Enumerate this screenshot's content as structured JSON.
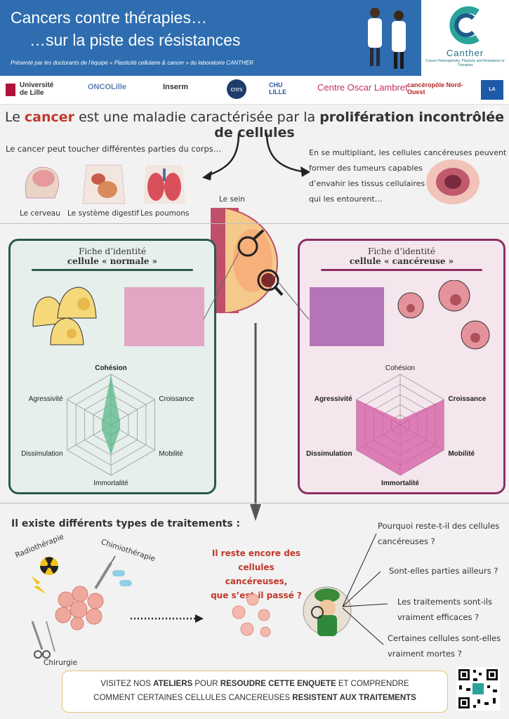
{
  "header": {
    "title_line1": "Cancers contre thérapies…",
    "title_line2": "…sur la piste des résistances",
    "subtitle": "Présenté par les doctorants de l’équipe « Plasticité cellulaire & cancer » du laboratoire CANTHER"
  },
  "brand": {
    "name": "Canther",
    "tagline": "Cancer Heterogeneity, Plasticity and Resistance to Therapies"
  },
  "logos": [
    "Université de Lille",
    "ONCOLille",
    "Inserm",
    "cnrs",
    "CHU LILLE",
    "Centre Oscar Lambret",
    "cancéropôle Nord-Ouest",
    "LA LIGUE"
  ],
  "intro": {
    "headline_pre": "Le ",
    "headline_bold1": "cancer",
    "headline_mid": " est une maladie caractérisée par la ",
    "headline_bold2": "prolifération incontrôlée de cellules",
    "left_text": "Le cancer peut toucher différentes parties du corps…",
    "organs": [
      "Le cerveau",
      "Le système digestif",
      "Les poumons"
    ],
    "right_text_1": "En se multipliant, les cellules cancéreuses peuvent",
    "right_text_2": "former des tumeurs capables",
    "right_text_3": "d’envahir les tissus cellulaires",
    "right_text_4": "qui les entourent…",
    "breast_label": "Le sein"
  },
  "normal_card": {
    "title_line1": "Fiche d’identité",
    "title_line2": "cellule « normale »",
    "axes": [
      "Cohésion",
      "Croissance",
      "Mobilité",
      "Immortalité",
      "Dissimulation",
      "Agressivité"
    ],
    "values": [
      1.0,
      0.2,
      0.2,
      0.6,
      0.2,
      0.2
    ],
    "bold_axes": [
      "Cohésion"
    ],
    "color": "#5cb88a"
  },
  "cancer_card": {
    "title_line1": "Fiche d’identité",
    "title_line2": "cellule « cancéreuse »",
    "axes": [
      "Cohésion",
      "Croissance",
      "Mobilité",
      "Immortalité",
      "Dissimulation",
      "Agressivité"
    ],
    "values": [
      0.1,
      1.0,
      1.0,
      1.0,
      1.0,
      1.0
    ],
    "bold_axes": [
      "Croissance",
      "Mobilité",
      "Immortalité",
      "Dissimulation",
      "Agressivité"
    ],
    "color": "#d45aa2"
  },
  "treatments": {
    "title": "Il existe différents types de traitements :",
    "radio": "Radiothérapie",
    "chemo": "Chimiothérapie",
    "surgery": "Chirurgie",
    "question_1": "Il reste encore des",
    "question_2": "cellules cancéreuses,",
    "question_3": "que s’est-il passé ?"
  },
  "questions": [
    {
      "l1": "Pourquoi reste-t-il des cellules",
      "l2": "cancéreuses ?"
    },
    {
      "l1": "Sont-elles parties ailleurs ?",
      "l2": ""
    },
    {
      "l1": "Les traitements sont-ils",
      "l2": "vraiment efficaces ?"
    },
    {
      "l1": "Certaines cellules sont-elles",
      "l2": "vraiment mortes ?"
    }
  ],
  "cta": {
    "p1": "VISITEZ NOS ",
    "b1": "ATELIERS",
    "p2": " POUR ",
    "b2": "RESOUDRE CETTE ENQUETE",
    "p3": " ET COMPRENDRE",
    "p4": "COMMENT CERTAINES CELLULES CANCEREUSES ",
    "b3": "RESISTENT AUX TRAITEMENTS"
  },
  "colors": {
    "header": "#2e6db0",
    "normal": "#2b5a4c",
    "cancer": "#8b2f62",
    "accent_red": "#c0392b"
  }
}
